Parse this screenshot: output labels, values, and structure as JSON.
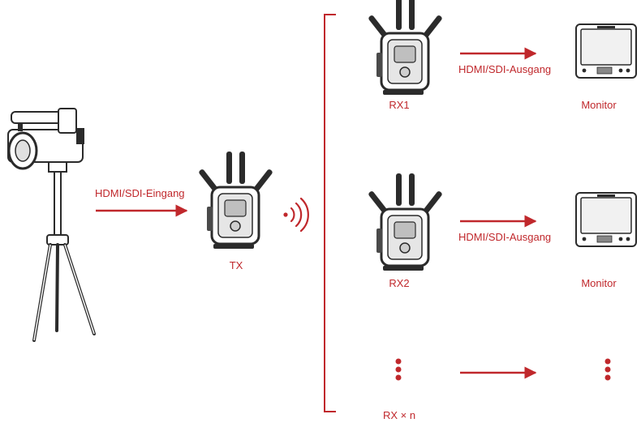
{
  "source": {
    "input_label": "HDMI/SDI-Eingang"
  },
  "transmitter": {
    "label": "TX"
  },
  "receivers": [
    {
      "label": "RX1",
      "output_label": "HDMI/SDI-Ausgang",
      "monitor_label": "Monitor"
    },
    {
      "label": "RX2",
      "output_label": "HDMI/SDI-Ausgang",
      "monitor_label": "Monitor"
    },
    {
      "label": "RX × n"
    }
  ],
  "colors": {
    "accent": "#c0282c",
    "line": "#c0282c",
    "device": "#2b2b2b"
  },
  "icons": [
    "camera-on-tripod-icon",
    "transmitter-icon",
    "wireless-signal-icon",
    "receiver-icon",
    "monitor-icon",
    "vertical-ellipsis-icon"
  ]
}
